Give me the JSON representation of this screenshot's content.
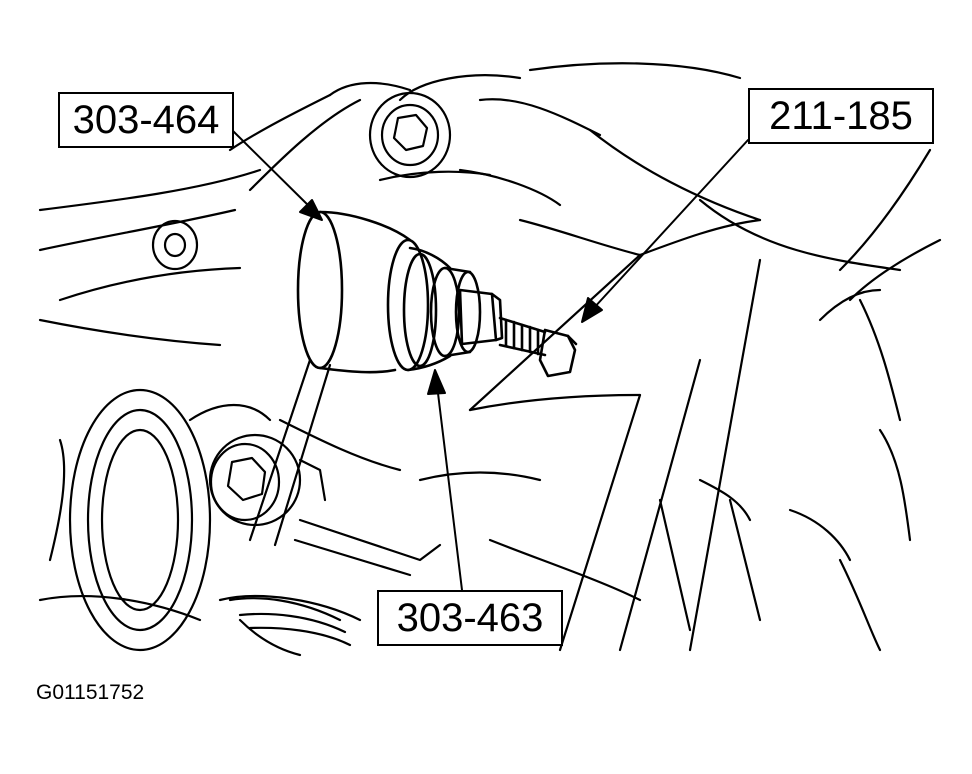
{
  "callouts": {
    "tool_left": "303-464",
    "tool_right": "211-185",
    "tool_bottom": "303-463"
  },
  "figure_id": "G01151752",
  "colors": {
    "ink": "#000000",
    "paper": "#ffffff"
  }
}
